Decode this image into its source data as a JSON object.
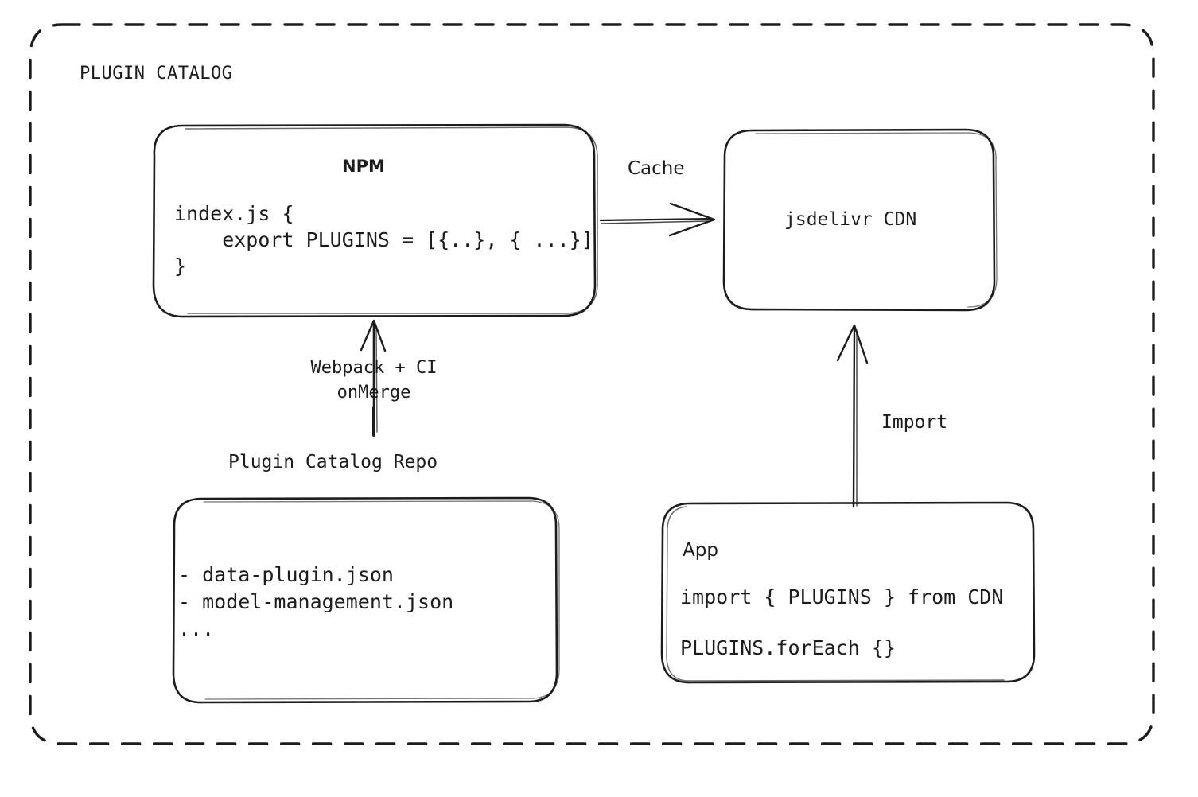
{
  "diagram": {
    "title": "PLUGIN CATALOG",
    "container": {
      "style": "dashed-rounded-rect",
      "stroke": "#1c1c1c"
    },
    "nodes": {
      "npm": {
        "title": "NPM",
        "code": "index.js {\n    export PLUGINS = [{..}, { ...}]\n}"
      },
      "cdn": {
        "title": "jsdelivr CDN"
      },
      "repo": {
        "caption": "Plugin Catalog Repo",
        "items": "- data-plugin.json\n- model-management.json\n..."
      },
      "app": {
        "title": "App",
        "code_line_1": "import { PLUGINS } from CDN",
        "code_line_2": "PLUGINS.forEach {}"
      }
    },
    "edges": {
      "cache": {
        "label": "Cache",
        "from": "npm",
        "to": "cdn",
        "direction": "right"
      },
      "build": {
        "label": "Webpack + CI\nonMerge",
        "from": "repo",
        "to": "npm",
        "direction": "up"
      },
      "import": {
        "label": "Import",
        "from": "app",
        "to": "cdn",
        "direction": "up"
      }
    }
  },
  "colors": {
    "ink": "#1c1c1c",
    "background": "#ffffff"
  }
}
